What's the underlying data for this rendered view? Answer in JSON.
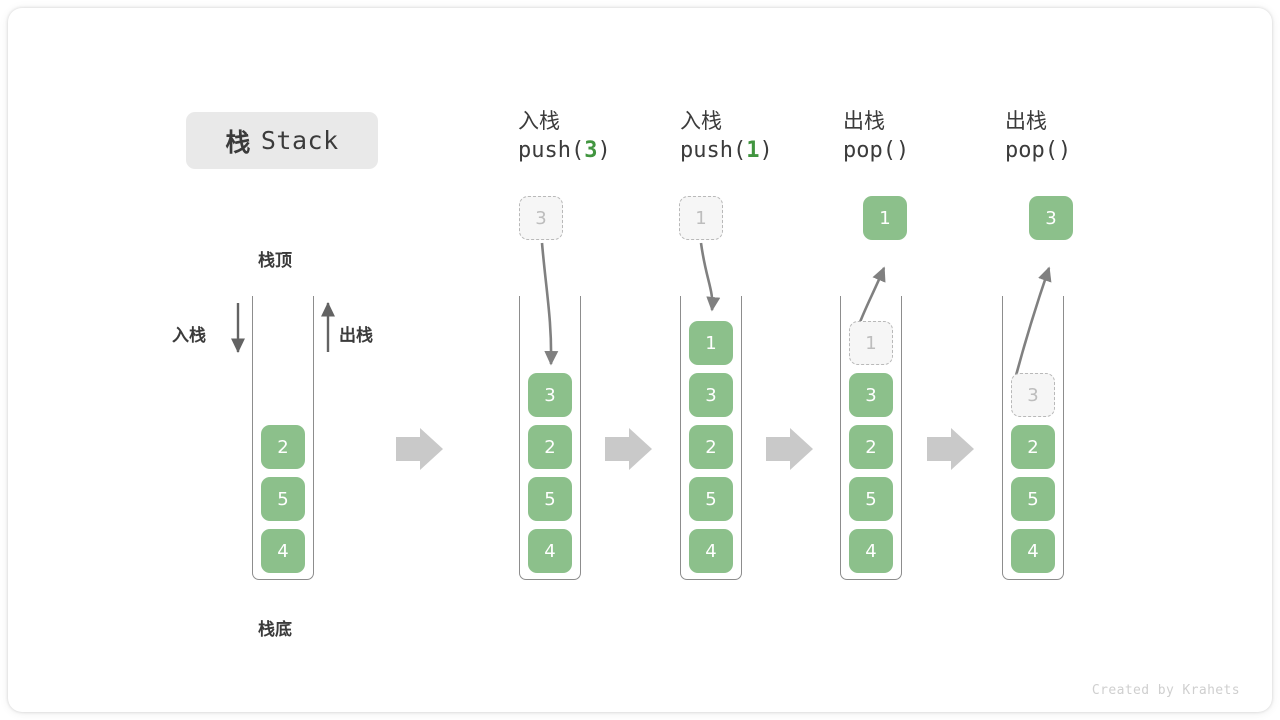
{
  "title": {
    "cn": "栈",
    "en": "Stack"
  },
  "labels": {
    "top": "栈顶",
    "bottom": "栈底",
    "push_side": "入栈",
    "pop_side": "出栈"
  },
  "colors": {
    "cell_fill": "#8cc08b",
    "cell_text": "#ffffff",
    "ghost_fill": "#f6f6f6",
    "ghost_border": "#b9b9b9",
    "ghost_text": "#bdbdbd",
    "accent_green": "#41953f",
    "arrow_grey": "#808080",
    "chip_bg": "#e9e9e9",
    "text_dark": "#3b3b3b",
    "stack_border": "#8d8d8d",
    "step_arrow": "#c9c9c9",
    "footer_text": "#cfcfcf"
  },
  "columns": [
    {
      "id": "initial",
      "head_cn": "",
      "head_code": "",
      "head_arg": "",
      "floating": null,
      "cells": [
        {
          "value": "2",
          "state": "filled"
        },
        {
          "value": "5",
          "state": "filled"
        },
        {
          "value": "4",
          "state": "filled"
        }
      ]
    },
    {
      "id": "push-3",
      "head_cn": "入栈",
      "head_code_prefix": "push(",
      "head_arg": "3",
      "head_code_suffix": ")",
      "floating": {
        "value": "3",
        "state": "ghost"
      },
      "cells": [
        {
          "value": "3",
          "state": "filled"
        },
        {
          "value": "2",
          "state": "filled"
        },
        {
          "value": "5",
          "state": "filled"
        },
        {
          "value": "4",
          "state": "filled"
        }
      ]
    },
    {
      "id": "push-1",
      "head_cn": "入栈",
      "head_code_prefix": "push(",
      "head_arg": "1",
      "head_code_suffix": ")",
      "floating": {
        "value": "1",
        "state": "ghost"
      },
      "cells": [
        {
          "value": "1",
          "state": "filled"
        },
        {
          "value": "3",
          "state": "filled"
        },
        {
          "value": "2",
          "state": "filled"
        },
        {
          "value": "5",
          "state": "filled"
        },
        {
          "value": "4",
          "state": "filled"
        }
      ]
    },
    {
      "id": "pop-1",
      "head_cn": "出栈",
      "head_code_prefix": "pop(",
      "head_arg": "",
      "head_code_suffix": ")",
      "floating": {
        "value": "1",
        "state": "filled"
      },
      "cells": [
        {
          "value": "1",
          "state": "ghost"
        },
        {
          "value": "3",
          "state": "filled"
        },
        {
          "value": "2",
          "state": "filled"
        },
        {
          "value": "5",
          "state": "filled"
        },
        {
          "value": "4",
          "state": "filled"
        }
      ]
    },
    {
      "id": "pop-3",
      "head_cn": "出栈",
      "head_code_prefix": "pop(",
      "head_arg": "",
      "head_code_suffix": ")",
      "floating": {
        "value": "3",
        "state": "filled"
      },
      "cells": [
        {
          "value": "3",
          "state": "ghost"
        },
        {
          "value": "2",
          "state": "filled"
        },
        {
          "value": "5",
          "state": "filled"
        },
        {
          "value": "4",
          "state": "filled"
        }
      ]
    }
  ],
  "footer": "Created by Krahets"
}
